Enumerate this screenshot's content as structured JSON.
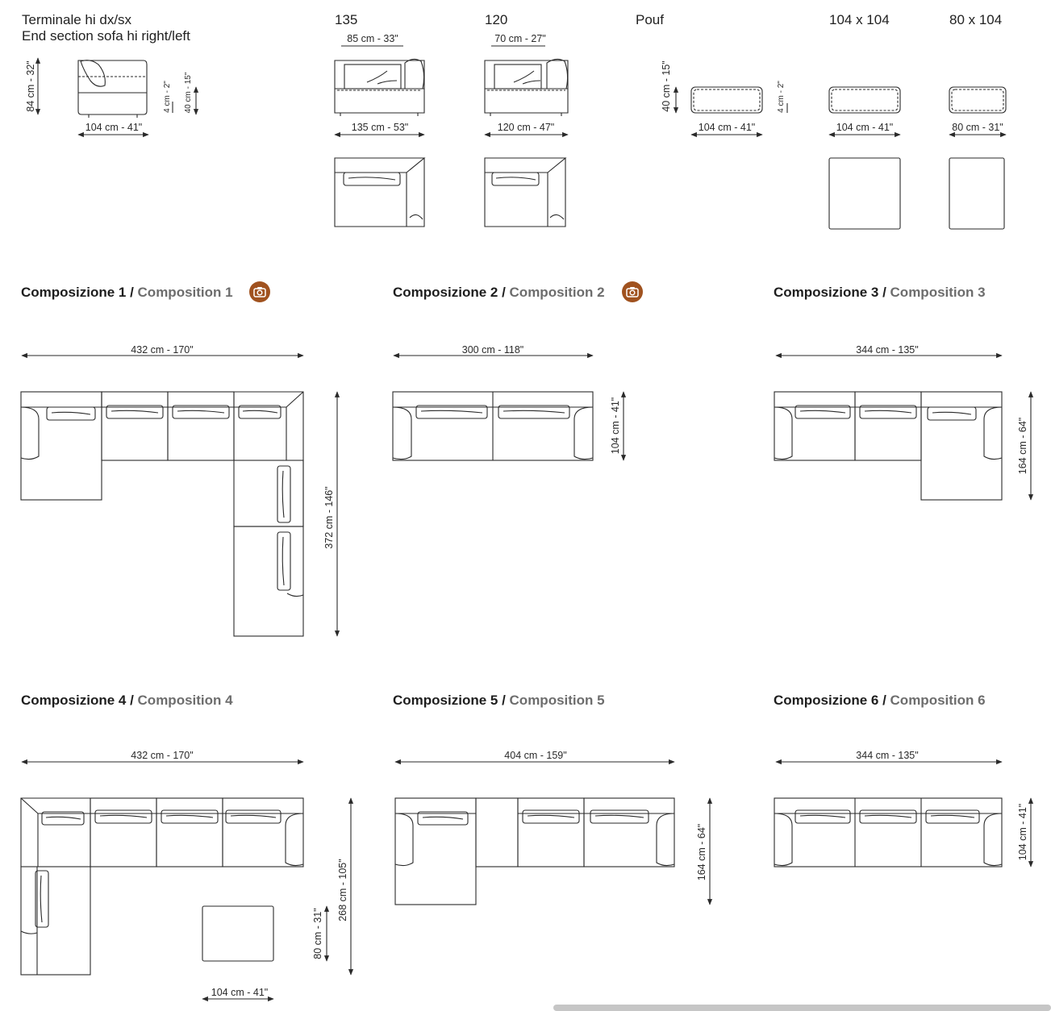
{
  "header": {
    "end_section_it": "Terminale hi dx/sx",
    "end_section_en": "End section sofa hi right/left",
    "size_135": "135",
    "size_120": "120",
    "pouf": "Pouf",
    "size_104x104": "104 x 104",
    "size_80x104": "80 x 104"
  },
  "dims": {
    "end_height": "84 cm - 32\"",
    "end_width": "104 cm - 41\"",
    "end_cushion": "4 cm - 2\"",
    "end_seat": "40 cm - 15\"",
    "s135_back": "85 cm - 33\"",
    "s135_width": "135 cm - 53\"",
    "s120_back": "70 cm - 27\"",
    "s120_width": "120 cm - 47\"",
    "pouf_height": "40 cm - 15\"",
    "pouf_width": "104 cm - 41\"",
    "pouf_cushion": "4 cm - 2\"",
    "p104_width": "104 cm - 41\"",
    "p80_width": "80 cm - 31\""
  },
  "compositions": [
    {
      "it": "Composizione 1",
      "sep": " / ",
      "en": "Composition 1",
      "photo": true,
      "width": "432 cm - 170\"",
      "depth": "372 cm - 146\""
    },
    {
      "it": "Composizione 2",
      "sep": " / ",
      "en": "Composition 2",
      "photo": true,
      "width": "300 cm - 118\"",
      "depth": "104 cm - 41\""
    },
    {
      "it": "Composizione 3",
      "sep": " / ",
      "en": "Composition 3",
      "photo": false,
      "width": "344 cm - 135\"",
      "depth": "164 cm - 64\""
    },
    {
      "it": "Composizione 4",
      "sep": " / ",
      "en": "Composition 4",
      "photo": false,
      "width": "432 cm - 170\"",
      "depth": "268 cm - 105\"",
      "pouf_depth": "80 cm - 31\"",
      "pouf_width": "104 cm - 41\""
    },
    {
      "it": "Composizione 5",
      "sep": " / ",
      "en": "Composition 5",
      "photo": false,
      "width": "404 cm - 159\"",
      "depth": "164 cm - 64\""
    },
    {
      "it": "Composizione 6",
      "sep": " / ",
      "en": "Composition 6",
      "photo": false,
      "width": "344 cm - 135\"",
      "depth": "104 cm - 41\""
    }
  ],
  "icons": {
    "photo": "camera-icon"
  },
  "colors": {
    "photo_badge": "#a0521f",
    "line": "#2a2a2a",
    "en_text": "#6d6d6d"
  }
}
